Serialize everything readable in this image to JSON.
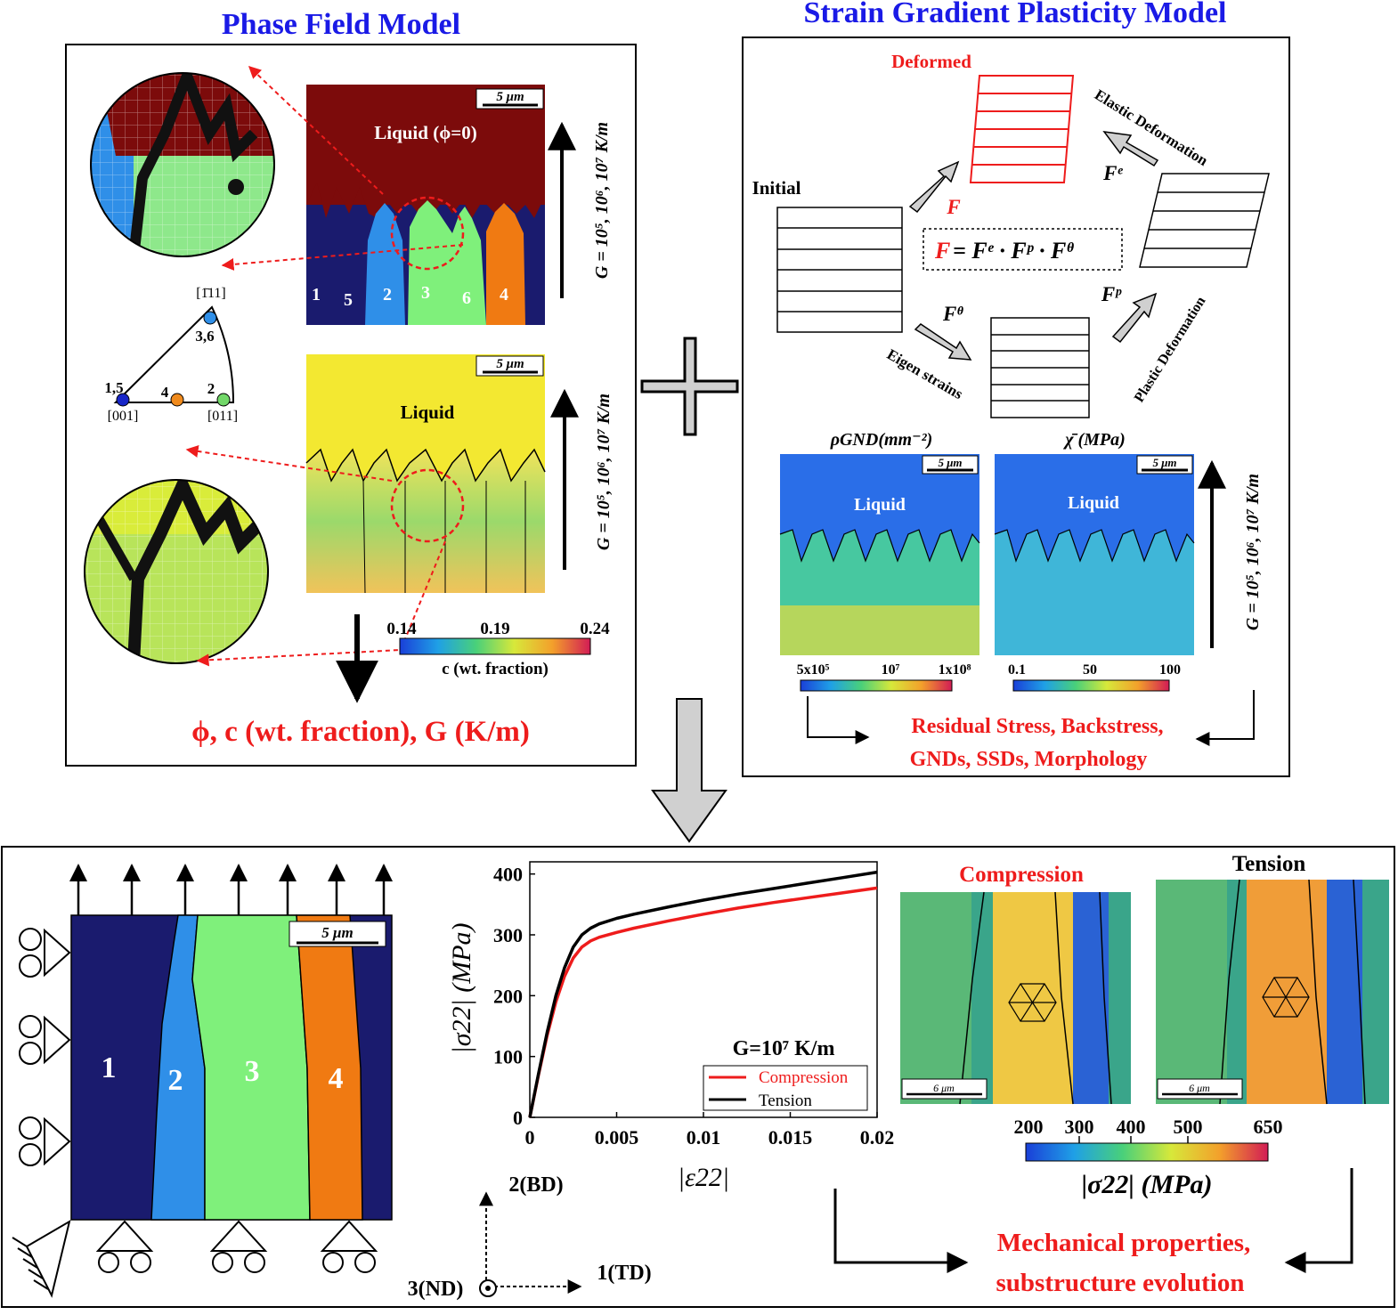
{
  "titles": {
    "phase_field": "Phase Field Model",
    "sgp": "Strain Gradient Plasticity Model"
  },
  "scale": {
    "five_um": "5 μm",
    "six_um": "6 μm"
  },
  "phase_map": {
    "liquid_label": "Liquid (ϕ=0)",
    "grain_labels": [
      "1",
      "5",
      "2",
      "3",
      "6",
      "4"
    ],
    "gradient_label": "G = 10⁵, 10⁶, 10⁷ K/m"
  },
  "ipf": {
    "corners": [
      "[1̄11]",
      "[001]",
      "[011]"
    ],
    "points": [
      "3,6",
      "1,5",
      "4",
      "2"
    ],
    "colors": {
      "p36": "#2f8fe8",
      "p15": "#1826c8",
      "p4": "#f08a1c",
      "p2": "#72d869"
    }
  },
  "conc_map": {
    "liquid_label": "Liquid"
  },
  "conc_colorbar": {
    "ticks": [
      "0.14",
      "0.19",
      "0.24"
    ],
    "label": "c (wt. fraction)"
  },
  "pf_outputs": "ϕ, c (wt. fraction), G (K/m)",
  "sgp": {
    "deformed": "Deformed",
    "initial": "Initial",
    "elastic": "Elastic Deformation",
    "plastic": "Plastic Deformation",
    "eigen": "Eigen strains",
    "F": "F",
    "Fe": "Fᵉ",
    "Fp": "Fᵖ",
    "Ftheta": "Fᶿ",
    "decomposition_lhs": "F",
    "decomposition_rhs": "= Fᵉ · Fᵖ · Fᶿ"
  },
  "gnd_map": {
    "title": "ρGND(mm⁻²)",
    "liquid": "Liquid",
    "ticks": [
      "5x10⁵",
      "10⁷",
      "1x10⁸"
    ]
  },
  "chi_map": {
    "title": "χ̄ (MPa)",
    "liquid": "Liquid",
    "ticks": [
      "0.1",
      "50",
      "100"
    ]
  },
  "sgp_outputs": [
    "Residual Stress, Backstress,",
    "GNDs, SSDs, Morphology"
  ],
  "fe_model": {
    "grain_labels": [
      "1",
      "2",
      "3",
      "4"
    ]
  },
  "axes_triad": {
    "bd": "2(BD)",
    "td": "1(TD)",
    "nd": "3(ND)"
  },
  "chart_data": {
    "type": "line",
    "xlabel": "|ε22|",
    "ylabel": "|σ22| (MPa)",
    "xlim": [
      0,
      0.02
    ],
    "ylim": [
      0,
      420
    ],
    "xticks": [
      "0",
      "0.005",
      "0.01",
      "0.015",
      "0.02"
    ],
    "yticks": [
      "0",
      "100",
      "200",
      "300",
      "400"
    ],
    "annotation": "G=10⁷ K/m",
    "legend_position": "bottom-right",
    "series": [
      {
        "name": "Compression",
        "color": "#ee1c1c",
        "x": [
          0,
          0.0005,
          0.001,
          0.0015,
          0.002,
          0.0025,
          0.003,
          0.0035,
          0.004,
          0.005,
          0.006,
          0.008,
          0.01,
          0.012,
          0.014,
          0.016,
          0.018,
          0.02
        ],
        "y": [
          0,
          70,
          135,
          190,
          232,
          262,
          280,
          290,
          296,
          304,
          311,
          323,
          334,
          344,
          353,
          361,
          369,
          377
        ]
      },
      {
        "name": "Tension",
        "color": "#000000",
        "x": [
          0,
          0.0005,
          0.001,
          0.0015,
          0.002,
          0.0025,
          0.003,
          0.0035,
          0.004,
          0.005,
          0.006,
          0.008,
          0.01,
          0.012,
          0.014,
          0.016,
          0.018,
          0.02
        ],
        "y": [
          0,
          72,
          140,
          200,
          246,
          280,
          300,
          311,
          318,
          327,
          334,
          346,
          357,
          367,
          376,
          385,
          394,
          403
        ]
      }
    ]
  },
  "stress_maps": {
    "compression": "Compression",
    "tension": "Tension"
  },
  "stress_colorbar": {
    "ticks": [
      "200",
      "300",
      "400",
      "500",
      "650"
    ],
    "label": "|σ22| (MPa)"
  },
  "final_outputs": [
    "Mechanical properties,",
    "substructure evolution"
  ]
}
